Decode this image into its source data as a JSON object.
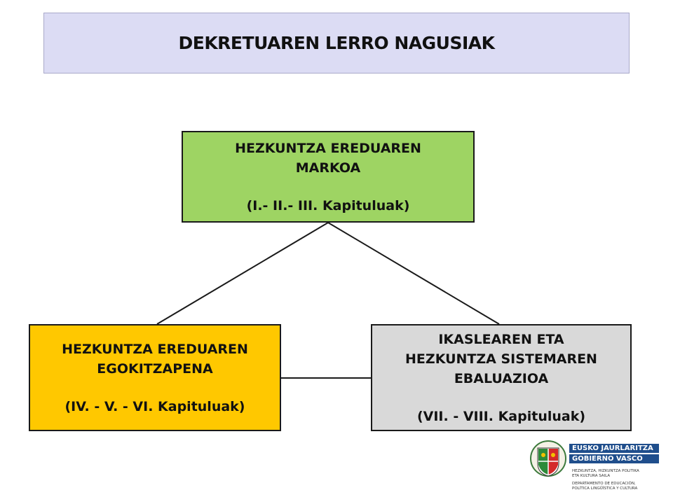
{
  "title": "DEKRETUAREN LERRO NAGUSIAK",
  "boxes": {
    "top": {
      "heading": "HEZKUNTZA EREDUAREN\nMARKOA",
      "chapters": "(I.- II.- III. Kapituluak)",
      "color": "#9ed463"
    },
    "left": {
      "heading": "HEZKUNTZA EREDUAREN\nEGOKITZAPENA",
      "chapters": "(IV. - V. - VI. Kapituluak)",
      "color": "#ffc800"
    },
    "right": {
      "heading": "IKASLEAREN ETA\nHEZKUNTZA SISTEMAREN\nEBALUAZIOA",
      "chapters": "(VII. - VIII. Kapituluak)",
      "color": "#d9d9d9"
    }
  },
  "logo": {
    "line1": "EUSKO JAURLARITZA",
    "line2": "GOBIERNO VASCO",
    "dept_eu": "HEZKUNTZA, HIZKUNTZA POLITIKA\nETA KULTURA SAILA",
    "dept_es": "DEPARTAMENTO DE EDUCACIÓN,\nPOLÍTICA LINGÜÍSTICA Y CULTURA",
    "band_color": "#1f4e8c"
  }
}
